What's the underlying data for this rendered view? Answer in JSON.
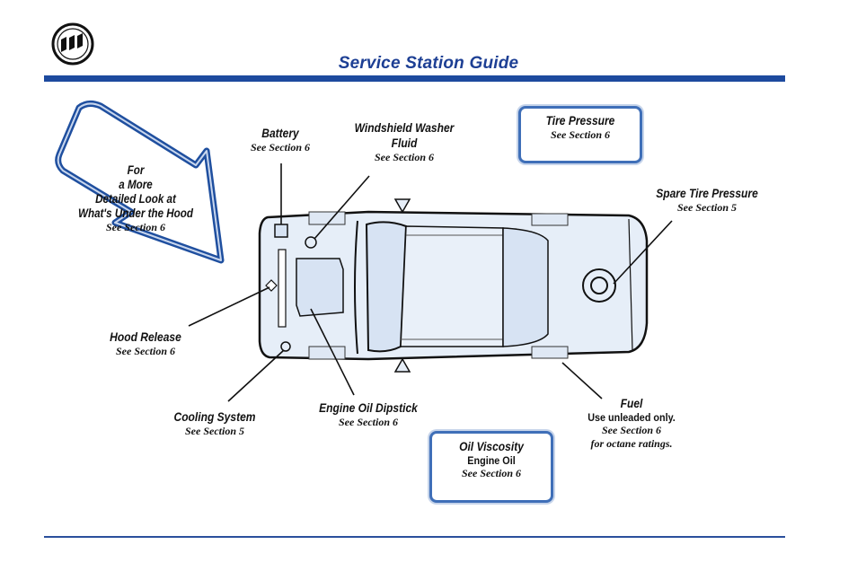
{
  "header": {
    "title": "Service Station Guide",
    "logo_icon": "buick-tri-shield-logo"
  },
  "arrow_callout": {
    "line1": "For",
    "line2": "a More",
    "line3": "Detailed Look at",
    "line4": "What's Under the Hood",
    "section": "See Section 6"
  },
  "labels": {
    "battery": {
      "title": "Battery",
      "section": "See Section 6"
    },
    "washer": {
      "title_line1": "Windshield Washer",
      "title_line2": "Fluid",
      "section": "See Section 6"
    },
    "tire_pressure": {
      "title": "Tire Pressure",
      "section": "See Section 6"
    },
    "spare_tire": {
      "title": "Spare Tire Pressure",
      "section": "See Section 5"
    },
    "hood_release": {
      "title": "Hood Release",
      "section": "See Section 6"
    },
    "cooling": {
      "title": "Cooling System",
      "section": "See Section 5"
    },
    "dipstick": {
      "title": "Engine Oil Dipstick",
      "section": "See Section 6"
    },
    "fuel": {
      "title": "Fuel",
      "note": "Use unleaded only.",
      "section": "See Section 6",
      "section_note": "for octane ratings."
    },
    "oil_viscosity": {
      "title": "Oil Viscosity",
      "subtitle": "Engine Oil",
      "section": "See Section 6"
    }
  },
  "colors": {
    "brand_blue": "#1d4a9e",
    "car_fill": "#e4ecf7",
    "box_border": "#3f6fb8"
  }
}
